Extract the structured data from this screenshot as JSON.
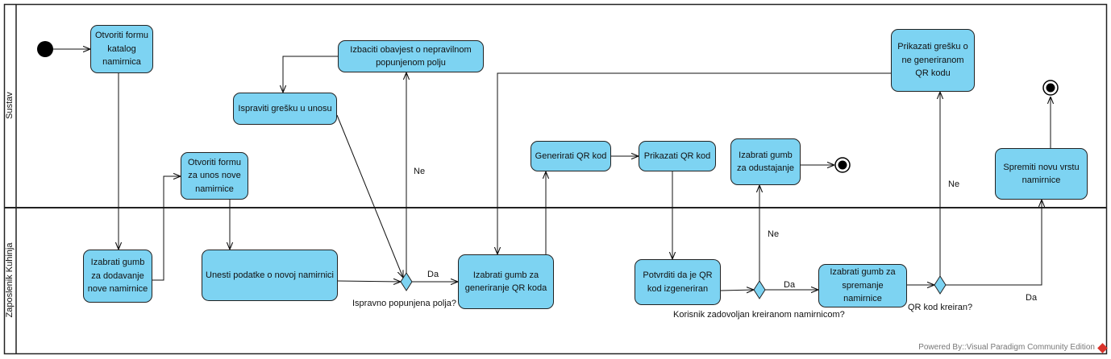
{
  "lanes": {
    "system": "Sustav",
    "employee": "Zaposlenik Kuhinja"
  },
  "activities": {
    "open_catalog": "Otvoriti formu\nkatalog\nnamirnica",
    "choose_add": "Izabrati gumb\nza dodavanje\nnove namirnice",
    "open_new_form": "Otvoriti formu\nza unos nove\nnamirnice",
    "enter_data": "Unesti podatke o novoj namirnici",
    "notify_invalid": "Izbaciti obavjest o nepravilnom\npopunjenom polju",
    "fix_error": "Ispraviti grešku u unosu",
    "choose_generate": "Izabrati gumb za\ngeneriranje QR koda",
    "generate_qr": "Generirati QR kod",
    "show_qr": "Prikazati QR kod",
    "confirm_qr": "Potvrditi da je QR\nkod izgeneriran",
    "cancel_button": "Izabrati gumb\nza odustajanje",
    "choose_save": "Izabrati gumb za\nspremanje\nnamirnice",
    "show_qr_error": "Prikazati grešku o\nne generiranom\nQR kodu",
    "save_type": "Spremiti novu vrstu\nnamirnice"
  },
  "guards": {
    "valid_no": "Ne",
    "valid_yes": "Da",
    "satisfied_no": "Ne",
    "satisfied_yes": "Da",
    "created_no": "Ne",
    "created_yes": "Da"
  },
  "decisions": {
    "fields_valid": "Ispravno popunjena polja?",
    "user_satisfied": "Korisnik zadovoljan kreiranom namirnicom?",
    "qr_created": "QR kod kreiran?"
  },
  "footer": "Powered By::Visual Paradigm Community Edition"
}
